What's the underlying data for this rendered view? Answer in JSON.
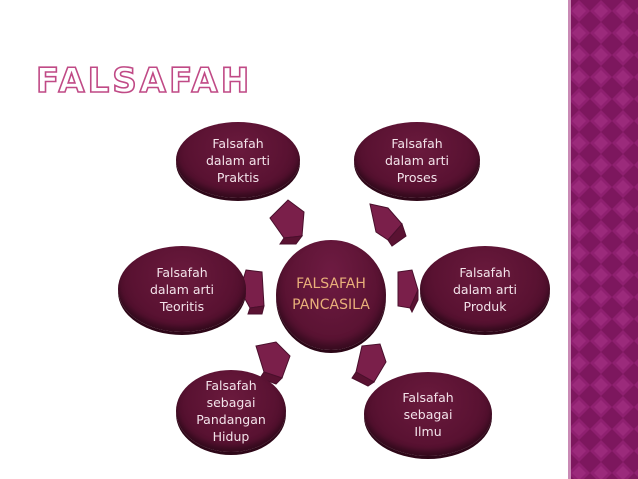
{
  "title": "FALSAFAH",
  "colors": {
    "node": "#5a1232",
    "arrow": "#7a1f4a",
    "title_outline": "#c04a86",
    "center_text": "#e9b07a",
    "sidebar": "#8b1c6a"
  },
  "center": {
    "label": "FALSAFAH\nPANCASILA"
  },
  "nodes": {
    "praktis": "Falsafah\ndalam arti\nPraktis",
    "proses": "Falsafah\ndalam arti\nProses",
    "teoritis": "Falsafah\ndalam arti\nTeoritis",
    "produk": "Falsafah\ndalam arti\nProduk",
    "pandangan": "Falsafah\nsebagai\nPandangan\nHidup",
    "ilmu": "Falsafah\nsebagai\nIlmu"
  }
}
